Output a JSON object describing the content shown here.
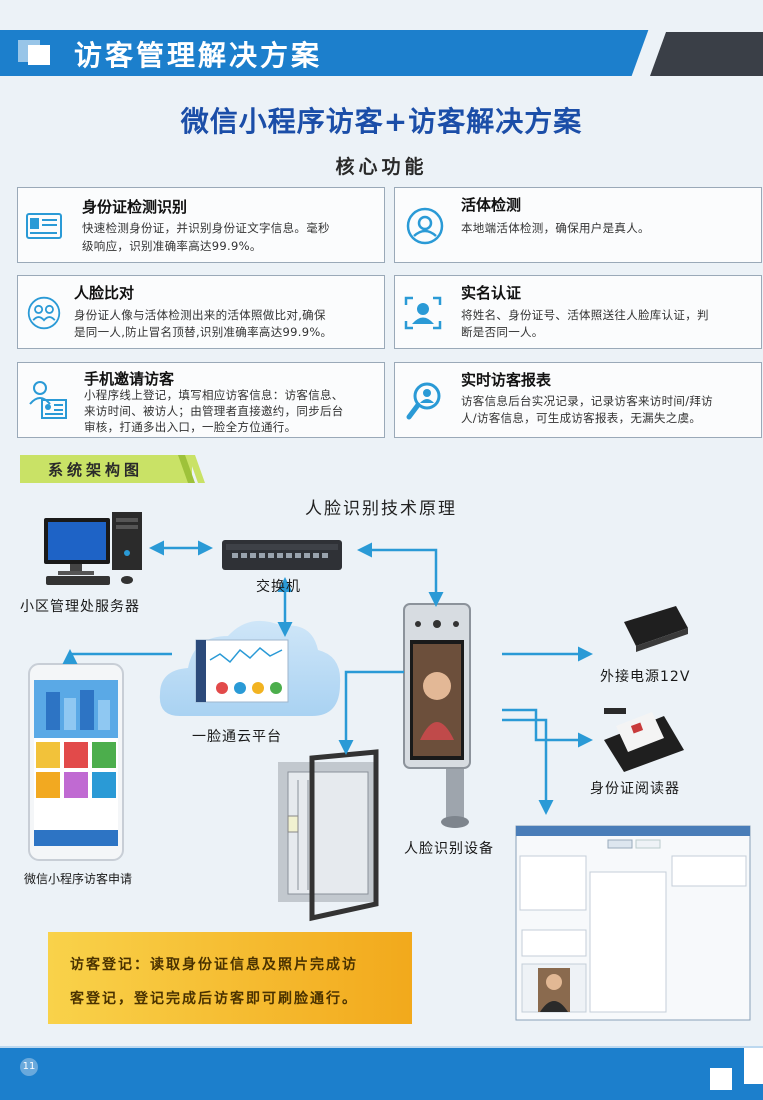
{
  "header": {
    "title": "访客管理解决方案"
  },
  "main_title": "微信小程序访客+访客解决方案",
  "core_title": "核心功能",
  "features": [
    {
      "title": "身份证检测识别",
      "icon": "id-card-icon",
      "lines": [
        "快速检测身份证，并识别身份证文字信息。毫秒",
        "级响应，识别准确率高达99.9%。"
      ]
    },
    {
      "title": "活体检测",
      "icon": "face-scan-icon",
      "lines": [
        "本地端活体检测，确保用户是真人。"
      ]
    },
    {
      "title": "人脸比对",
      "icon": "face-compare-icon",
      "lines": [
        "身份证人像与活体检测出来的活体照做比对,确保",
        "是同一人,防止冒名顶替,识别准确率高达99.9%。"
      ]
    },
    {
      "title": "实名认证",
      "icon": "person-frame-icon",
      "lines": [
        "将姓名、身份证号、活体照送往人脸库认证，判",
        "断是否同一人。"
      ]
    },
    {
      "title": "手机邀请访客",
      "icon": "invite-icon",
      "lines": [
        "小程序线上登记，填写相应访客信息：访客信息、",
        "来访时间、被访人；由管理者直接邀约，同步后台",
        "审核，打通多出入口，一脸全方位通行。"
      ]
    },
    {
      "title": "实时访客报表",
      "icon": "search-person-icon",
      "lines": [
        "访客信息后台实况记录，记录访客来访时间/拜访",
        "人/访客信息，可生成访客报表，无漏失之虞。"
      ]
    }
  ],
  "section_tag": "系统架构图",
  "diagram": {
    "title": "人脸识别技术原理",
    "labels": {
      "server": "小区管理处服务器",
      "switch": "交换机",
      "cloud": "一脸通云平台",
      "power": "外接电源12V",
      "id_reader": "身份证阅读器",
      "face_device": "人脸识别设备",
      "mini_app": "微信小程序访客申请"
    }
  },
  "note": {
    "lines": [
      "访客登记：读取身份证信息及照片完成访",
      "客登记，登记完成后访客即可刷脸通行。"
    ]
  },
  "footer": {
    "page_number": "11"
  },
  "colors": {
    "primary_blue": "#1c7fcc",
    "title_blue": "#1b4ea8",
    "accent_green": "#c9e266",
    "note_yellow": "#f9d24a",
    "arrow_blue": "#2a9ad6"
  }
}
